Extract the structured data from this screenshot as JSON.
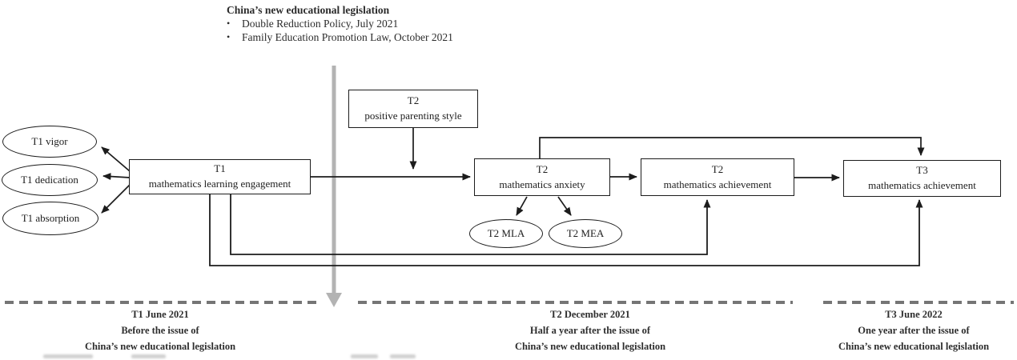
{
  "header": {
    "title": "China’s new educational legislation",
    "bullet": "•",
    "bullets": [
      "Double Reduction Policy, July 2021",
      "Family Education Promotion Law, October 2021"
    ]
  },
  "nodes": {
    "parenting": {
      "time": "T2",
      "label": "positive parenting style"
    },
    "engagement": {
      "time": "T1",
      "label": "mathematics learning engagement"
    },
    "anxiety": {
      "time": "T2",
      "label": "mathematics anxiety"
    },
    "achievement_t2": {
      "time": "T2",
      "label": "mathematics achievement"
    },
    "achievement_t3": {
      "time": "T3",
      "label": "mathematics achievement"
    }
  },
  "ellipses": {
    "vigor": "T1 vigor",
    "dedication": "T1 dedication",
    "absorption": "T1 absorption",
    "mla": "T2 MLA",
    "mea": "T2 MEA"
  },
  "timeline": [
    {
      "time": "T1 June 2021",
      "line2": "Before the issue of",
      "line3": "China’s new educational legislation"
    },
    {
      "time": "T2 December 2021",
      "line2": "Half a year after the issue of",
      "line3": "China’s new educational legislation"
    },
    {
      "time": "T3 June 2022",
      "line2": "One year after the issue of",
      "line3": "China’s new educational legislation"
    }
  ],
  "colors": {
    "line": "#1c1c1c",
    "gray_arrow": "#b3b3b3",
    "dash": "#757575"
  }
}
